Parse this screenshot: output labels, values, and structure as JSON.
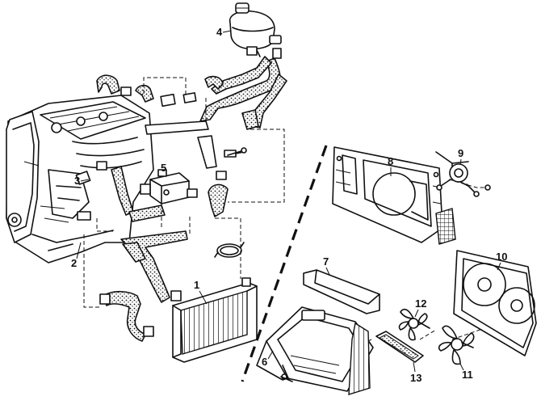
{
  "colors": {
    "ink": "#111111",
    "paper": "#ffffff"
  },
  "callouts": {
    "c1": "1",
    "c2": "2",
    "c3": "3",
    "c4": "4",
    "c5": "5",
    "c6": "6",
    "c7": "7",
    "c8": "8",
    "c9": "9",
    "c10": "10",
    "c11": "11",
    "c12": "12",
    "c13": "13"
  }
}
